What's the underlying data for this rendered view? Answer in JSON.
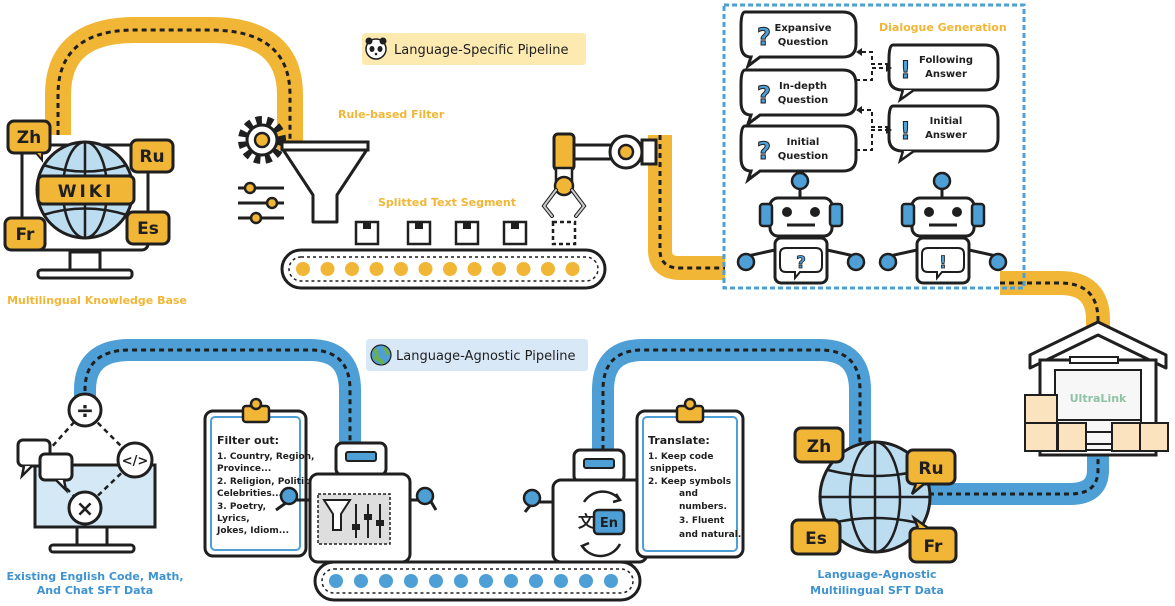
{
  "lang_specific": {
    "pill_label": "Language-Specific Pipeline",
    "kb_label": "Multilingual Knowledge Base",
    "wiki_label": "WIKI",
    "langs": [
      "Zh",
      "Ru",
      "Fr",
      "Es"
    ],
    "filter_label": "Rule-based Filter",
    "segment_label": "Splitted Text Segment",
    "dialogue_label": "Dialogue Generation",
    "bubbles": {
      "q1": [
        "Expansive",
        "Question"
      ],
      "q2": [
        "In-depth",
        "Question"
      ],
      "q3": [
        "Initial",
        "Question"
      ],
      "a1": [
        "Following",
        "Answer"
      ],
      "a2": [
        "Initial",
        "Answer"
      ]
    },
    "qmark": "?",
    "emark": "!"
  },
  "lang_agnostic": {
    "pill_label": "Language-Agnostic Pipeline",
    "source_label": [
      "Existing English Code, Math,",
      "And Chat SFT Data"
    ],
    "filter_title": "Filter out:",
    "filter_lines": [
      "1. Country, Region,",
      "Province...",
      "2. Religion, Politics,",
      "Celebrities...",
      "3. Poetry,",
      "Lyrics,",
      "Jokes, Idiom..."
    ],
    "translate_title": "Translate:",
    "translate_lines": [
      "1. Keep code",
      "snippets.",
      "2. Keep symbols",
      "and",
      "numbers.",
      "3. Fluent",
      "and natural."
    ],
    "translate_glyph_zh": "文",
    "translate_glyph_en": "En",
    "output_label": [
      "Language-Agnostic",
      "Multilingual SFT Data"
    ],
    "langs": [
      "Zh",
      "Ru",
      "Es",
      "Fr"
    ],
    "divide_glyph": "÷",
    "code_glyph": "</>",
    "times_glyph": "×"
  },
  "warehouse_label": "UltraLink",
  "colors": {
    "yellow": "#f2b636",
    "yellow_light": "#f8d47a",
    "blue": "#4d9fd6",
    "blue_light": "#d4e8f6",
    "dark": "#1f1f1f",
    "pill_yellow": "#fdeab1",
    "pill_blue": "#d9e8f7"
  }
}
